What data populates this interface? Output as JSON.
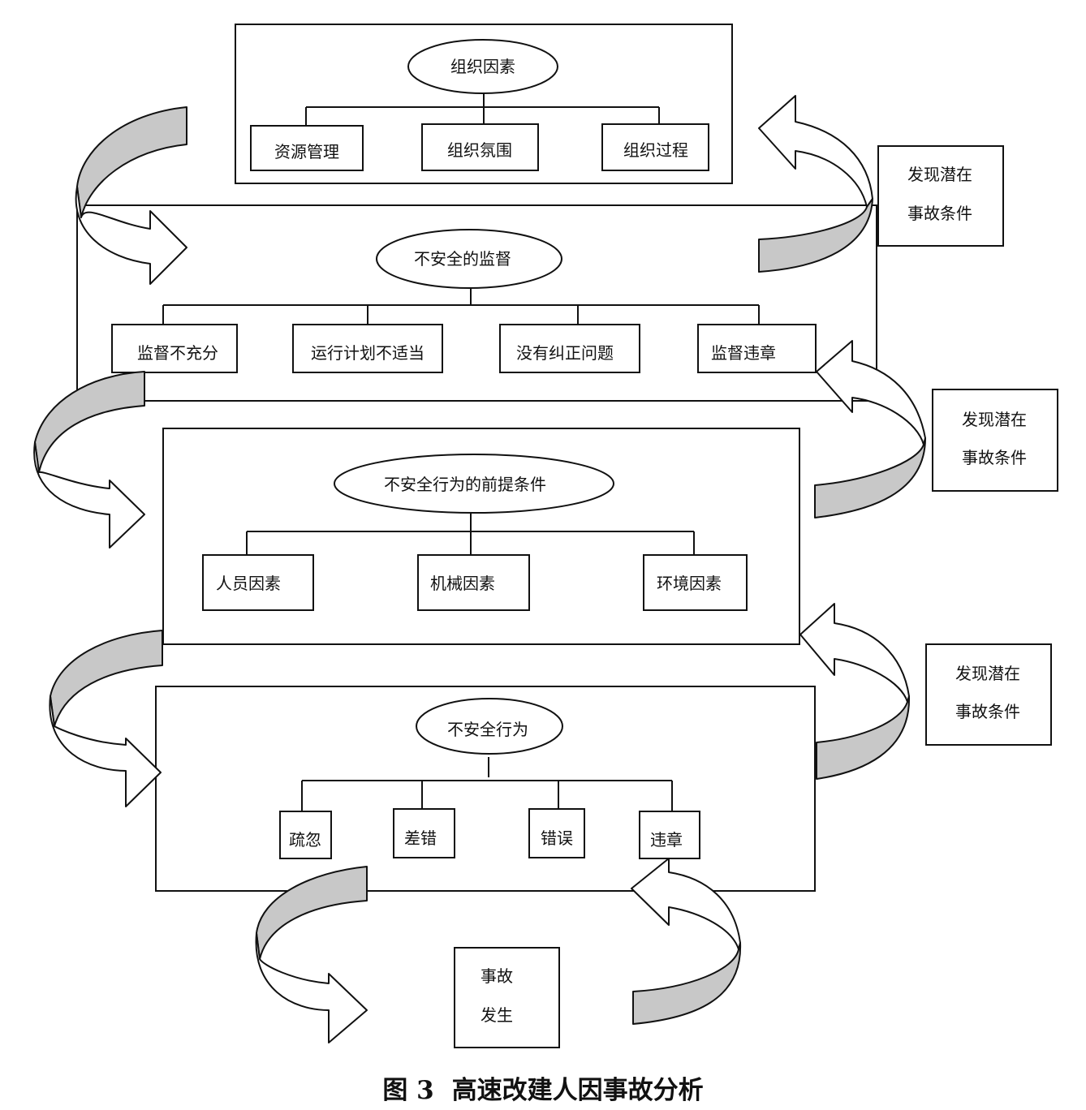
{
  "levels": {
    "organizational": {
      "title": "组织因素",
      "items": [
        "资源管理",
        "组织氛围",
        "组织过程"
      ]
    },
    "supervision": {
      "title": "不安全的监督",
      "items": [
        "监督不充分",
        "运行计划不适当",
        "没有纠正问题",
        "监督违章"
      ]
    },
    "preconditions": {
      "title": "不安全行为的前提条件",
      "items": [
        "人员因素",
        "机械因素",
        "环境因素"
      ]
    },
    "acts": {
      "title": "不安全行为",
      "items": [
        "疏忽",
        "差错",
        "错误",
        "违章"
      ]
    }
  },
  "side_notes": [
    {
      "line1": "发现潜在",
      "line2": "事故条件"
    },
    {
      "line1": "发现潜在",
      "line2": "事故条件"
    },
    {
      "line1": "发现潜在",
      "line2": "事故条件"
    }
  ],
  "outcome": {
    "line1": "事故",
    "line2": "发生"
  },
  "caption": {
    "label": "图 3",
    "title": "高速改建人因事故分析"
  },
  "colors": {
    "line": "#111111",
    "arrow_shade": "#c8c8c8",
    "background": "#ffffff"
  }
}
